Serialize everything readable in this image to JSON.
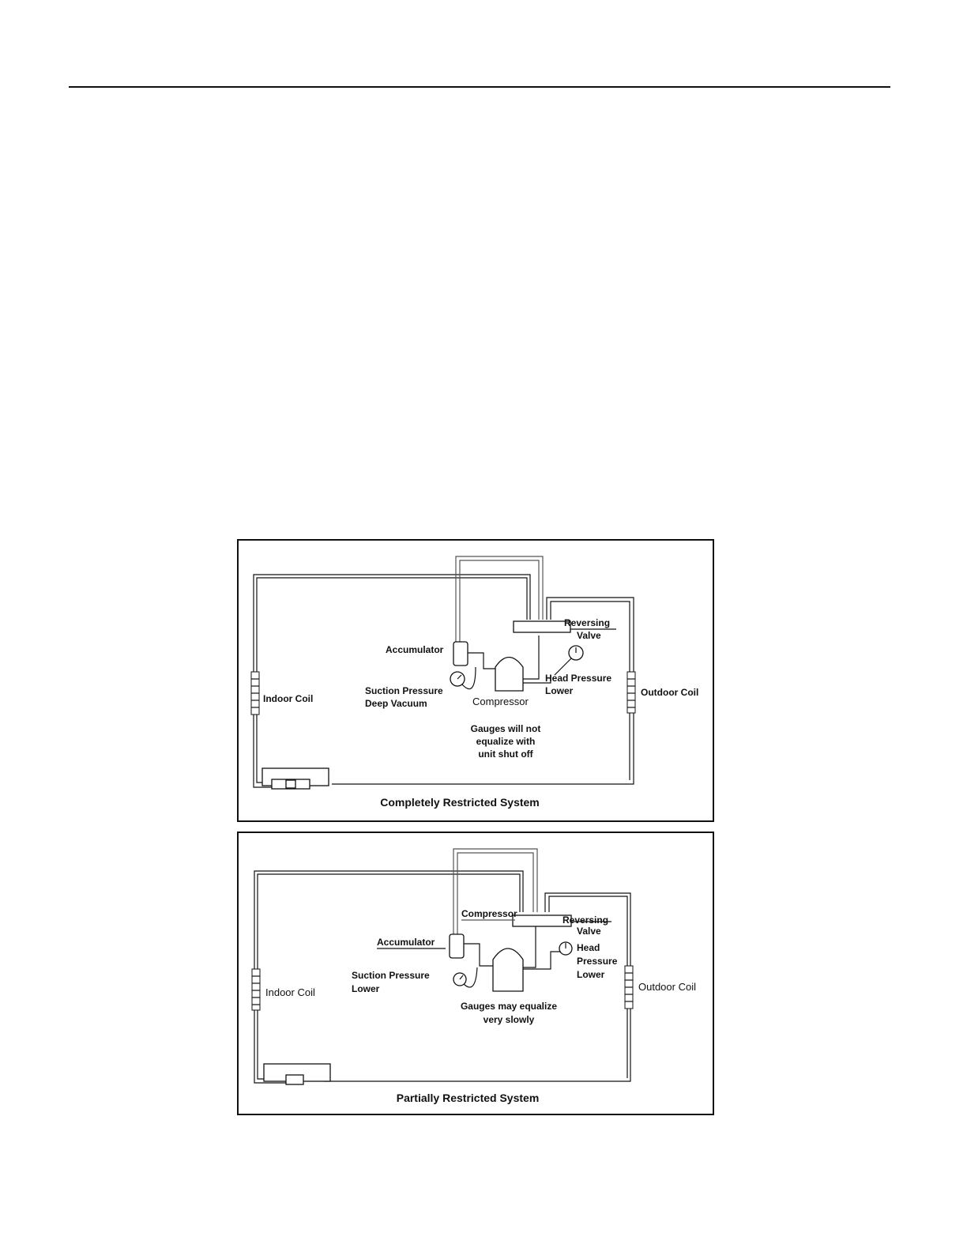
{
  "figures": [
    {
      "caption": "Completely Restricted System",
      "labels": {
        "indoor_coil": "Indoor Coil",
        "outdoor_coil": "Outdoor Coil",
        "reversing_valve_1": "Reversing",
        "reversing_valve_2": "Valve",
        "accumulator": "Accumulator",
        "compressor": "Compressor",
        "suction_1": "Suction Pressure",
        "suction_2": "Deep Vacuum",
        "head_1": "Head Pressure",
        "head_2": "Lower",
        "note_1": "Gauges will not",
        "note_2": "equalize with",
        "note_3": "unit shut off"
      }
    },
    {
      "caption": "Partially Restricted System",
      "labels": {
        "indoor_coil": "Indoor Coil",
        "outdoor_coil": "Outdoor Coil",
        "reversing_valve_1": "Reversing",
        "reversing_valve_2": "Valve",
        "accumulator": "Accumulator",
        "compressor": "Compressor",
        "suction_1": "Suction Pressure",
        "suction_2": "Lower",
        "head_1": "Head",
        "head_2": "Pressure",
        "head_3": "Lower",
        "note_1": "Gauges may equalize",
        "note_2": "very slowly"
      }
    }
  ]
}
